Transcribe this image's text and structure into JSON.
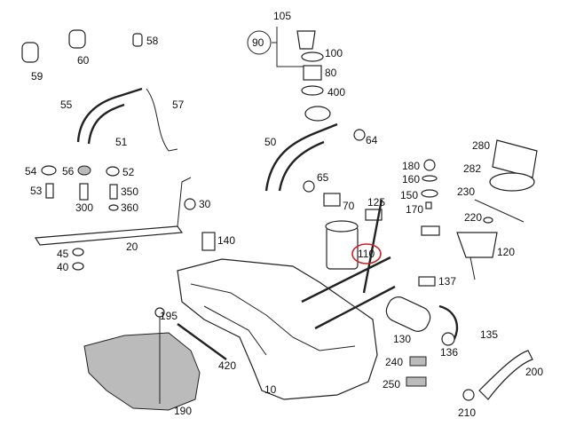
{
  "diagram": {
    "labels": [
      "105",
      "90",
      "100",
      "80",
      "400",
      "58",
      "59",
      "60",
      "55",
      "57",
      "51",
      "50",
      "64",
      "54",
      "56",
      "52",
      "53",
      "300",
      "350",
      "360",
      "30",
      "20",
      "45",
      "40",
      "140",
      "65",
      "70",
      "125",
      "180",
      "160",
      "150",
      "170",
      "280",
      "282",
      "230",
      "220",
      "120",
      "110",
      "137",
      "130",
      "135",
      "136",
      "195",
      "420",
      "240",
      "250",
      "10",
      "190",
      "200",
      "210"
    ],
    "highlight_color": "#cc1f1f"
  }
}
